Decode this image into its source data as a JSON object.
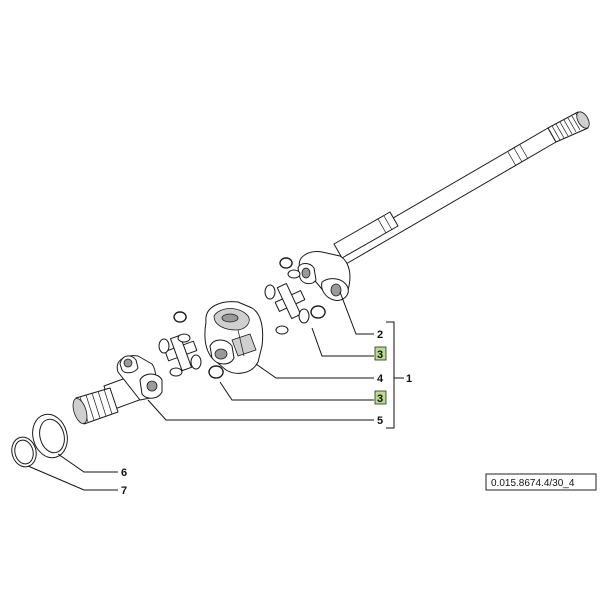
{
  "labels": [
    {
      "id": "2",
      "text": "2"
    },
    {
      "id": "3a",
      "text": "3",
      "highlight": true
    },
    {
      "id": "4",
      "text": "4"
    },
    {
      "id": "1",
      "text": "1"
    },
    {
      "id": "3b",
      "text": "3",
      "highlight": true
    },
    {
      "id": "5",
      "text": "5"
    },
    {
      "id": "6",
      "text": "6"
    },
    {
      "id": "7",
      "text": "7"
    }
  ],
  "reference_code": "0.015.8674.4/30_4",
  "colors": {
    "highlight": "#b9dc8e",
    "line": "#1a1a1a",
    "shade": "#9a9a9a"
  }
}
